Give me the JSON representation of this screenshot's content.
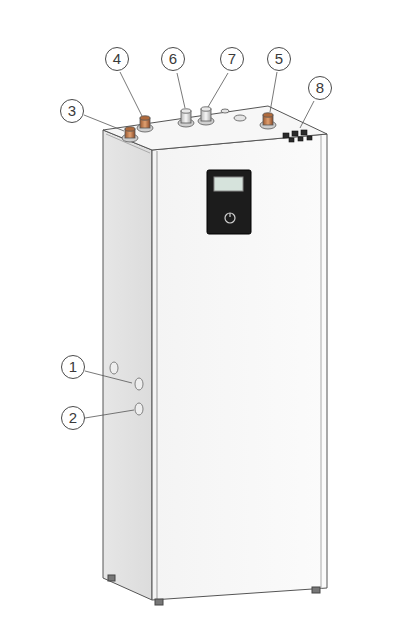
{
  "diagram": {
    "labels": [
      "4",
      "6",
      "7",
      "5",
      "3",
      "8",
      "1",
      "2"
    ]
  }
}
